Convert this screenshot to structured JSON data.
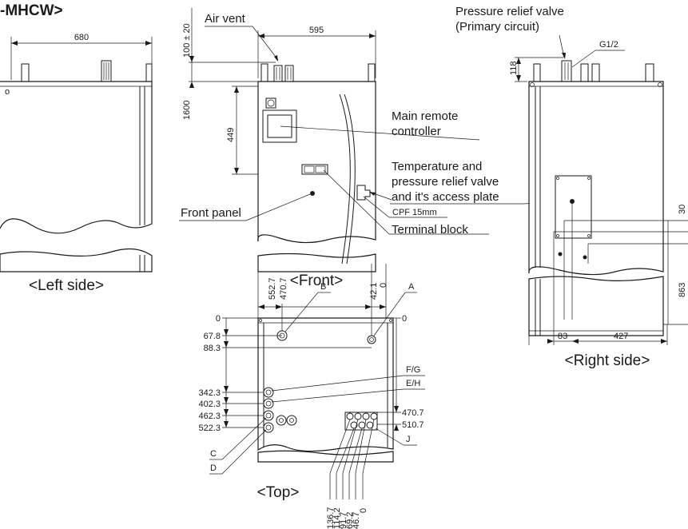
{
  "heading": "-MHCW>",
  "views": {
    "left": "<Left side>",
    "front": "<Front>",
    "right": "<Right side>",
    "top": "<Top>"
  },
  "labels": {
    "air_vent": "Air vent",
    "pressure_relief_primary_line1": "Pressure relief valve",
    "pressure_relief_primary_line2": "(Primary circuit)",
    "thread": "G1/2",
    "main_remote_line1": "Main remote",
    "main_remote_line2": "controller",
    "temp_relief_line1": "Temperature and",
    "temp_relief_line2": "pressure relief valve",
    "temp_relief_line3": "and it's access plate",
    "cpf": "CPF 15mm",
    "terminal_block": "Terminal block",
    "front_panel": "Front panel"
  },
  "dimensions": {
    "left_width": "680",
    "front_width": "595",
    "vent_height": "100 ± 20",
    "overall_height": "1600",
    "controller_height": "449",
    "right_top": "118",
    "right_offset_30": "30",
    "right_863": "863",
    "right_83": "83",
    "right_427": "427"
  },
  "top_view": {
    "letters": [
      "A",
      "B",
      "F/G",
      "E/H",
      "J",
      "C",
      "D"
    ],
    "top_dims": [
      "552.7",
      "470.7",
      "42.1",
      "0"
    ],
    "left_dims": [
      "0",
      "67.8",
      "88.3",
      "342.3",
      "402.3",
      "462.3",
      "522.3"
    ],
    "right_dims": [
      "0",
      "470.7",
      "510.7"
    ],
    "bottom_dims": [
      "136.7",
      "114.2",
      "91.7",
      "69.2",
      "46.7",
      "0"
    ]
  }
}
